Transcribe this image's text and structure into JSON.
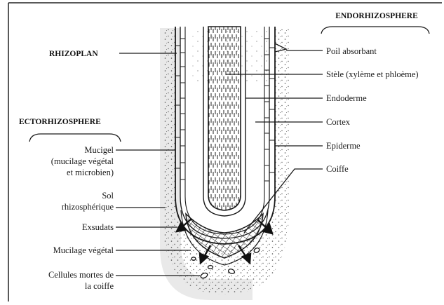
{
  "zones": {
    "endorhizosphere": "ENDORHIZOSPHERE",
    "ectorhizosphere": "ECTORHIZOSPHERE",
    "rhizoplan": "RHIZOPLAN"
  },
  "right_labels": [
    "Poil absorbant",
    "Stèle (xylème et phloème)",
    "Endoderme",
    "Cortex",
    "Epiderme",
    "Coiffe"
  ],
  "left_labels": {
    "mucigel": [
      "Mucigel",
      "(mucilage végétal",
      "et microbien)"
    ],
    "sol": [
      "Sol",
      "rhizosphérique"
    ],
    "exsudats": "Exsudats",
    "mucilage": "Mucilage végétal",
    "cellules": [
      "Cellules mortes de",
      "la coiffe"
    ]
  }
}
